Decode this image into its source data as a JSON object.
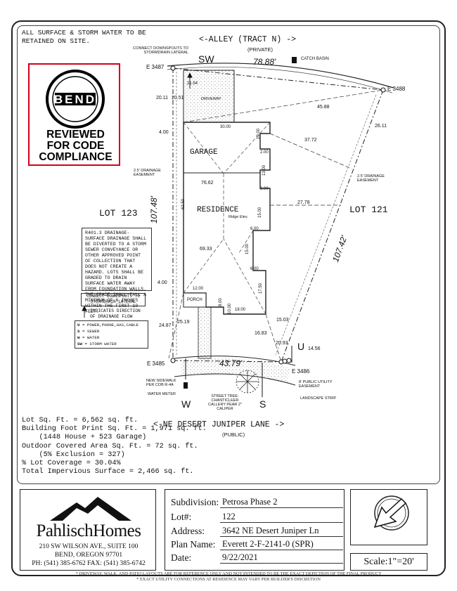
{
  "notes": {
    "retained": "ALL SURFACE & STORM WATER TO BE RETAINED ON SITE.",
    "drainage_code": "R401.3 DRAINAGE- SURFACE DRAINAGE SHALL BE DIVERTED TO A STORM SEWER CONVEYANCE OR OTHER APPROVED POINT OF COLLECTION THAT DOES NOT CREATE A HAZARD. LOTS SHALL BE GRADED TO DRAIN SURFACE WATER AWAY FROM FOUNDATION WALLS. THE GRADE SHALL FALL A MINIMUM OF 6 INCHES WITHIN THE FIRST 10 FEET.",
    "connect_downspouts": "CONNECT DOWNSPOUTS TO STORMDRAIN LATERAL",
    "drainage_arrow": "INDICATES DIRECTION OF DRAINAGE FLOW"
  },
  "stamp": {
    "logo_text": "BEND",
    "line1": "REVIEWED",
    "line2": "FOR CODE",
    "line3": "COMPLIANCE"
  },
  "legend": [
    {
      "key": "U",
      "desc": "= POWER,PHONE,GAS,CABLE"
    },
    {
      "key": "S",
      "desc": "= SEWER"
    },
    {
      "key": "W",
      "desc": "= WATER"
    },
    {
      "key": "SW",
      "desc": "= STORM WATER"
    }
  ],
  "plan": {
    "alley": "<-ALLEY (TRACT N) ->",
    "alley_sub": "(PRIVATE)",
    "street": "<-NE DESERT JUNIPER LANE ->",
    "street_sub": "(PUBLIC)",
    "lot_left": "LOT 123",
    "lot_right": "LOT 121",
    "garage": "GARAGE",
    "residence": "RESIDENCE",
    "ridge": "Ridge Elev.",
    "porch": "PORCH",
    "driveway": "DRIVEWAY",
    "catch_basin": "CATCH BASIN",
    "connect_lateral": "CONNECT DOWNSPOUTS TO STORMDRAIN LATERAL",
    "drainage_easement_left": "2.5' DRAINAGE EASEMENT",
    "drainage_easement_right": "2.5' DRAINAGE EASEMENT",
    "new_sidewalk": "NEW SIDEWALK PER COB R-4A",
    "water_meter": "WATER METER",
    "street_tree": "STREET TREE: CHANTICLEER CALLERY PEAR 2\" CALIPER",
    "utility_easement": "8' PUBLIC UTILITY EASEMENT",
    "landscape_strip": "LANDSCAPE STRIP",
    "marks": {
      "sw": "SW",
      "w": "W",
      "s": "S",
      "u": "U"
    },
    "elevations": {
      "e3487": "E 3487",
      "e3488": "E 3488",
      "e3485": "E 3485",
      "e3486": "E 3486"
    },
    "dims": {
      "alley_width": "78.88'",
      "street_width": "43.79'",
      "left_side": "107.48'",
      "right_side": "107.42'",
      "d4588": "45.88",
      "d2611": "26.11",
      "d3772": "37.72",
      "d2778": "27.78",
      "d7662": "76.62",
      "d6933": "69.33",
      "d6250": "62.50",
      "d3000": "30.00",
      "d2011": "20.11",
      "d2051": "20.51",
      "d2154": "21.54",
      "d400a": "4.00",
      "d400b": "4.00",
      "d1000a": "10.00",
      "d1000b": "10.00",
      "d200a": "2.00",
      "d200b": "2.00",
      "d1300": "13.00",
      "d1500a": "15.00",
      "d1500b": "15.00",
      "d600a": "6.00",
      "d600b": "6.00",
      "d1750": "17.50",
      "d1200": "12.00",
      "d1800": "18.00",
      "d800": "8.00",
      "d2487": "24.87",
      "d2519": "25.19",
      "d1683": "16.83",
      "d2093": "20.93",
      "d1503": "15.03",
      "d1456": "14.56"
    }
  },
  "stats": [
    "Lot Sq. Ft. = 6,562 sq. ft.",
    "Building Foot Print Sq. Ft. = 1,971 sq. ft.",
    "    (1448 House + 523 Garage)",
    "Outdoor Covered Area Sq. Ft. = 72 sq. ft.",
    "    (5% Exclusion = 327)",
    "% Lot Coverage = 30.04%",
    "Total Impervious Surface = 2,466 sq. ft."
  ],
  "company": {
    "name": "PahlischHomes",
    "address1": "210 SW WILSON AVE., SUITE 100",
    "address2": "BEND, OREGON 97701",
    "phone": "PH: (541) 385-6762 FAX: (541) 385-6742"
  },
  "info": {
    "subdivision_label": "Subdivision:",
    "subdivision": "Petrosa Phase 2",
    "lot_label": "Lot#:",
    "lot": "122",
    "address_label": "Address:",
    "address": "3642 NE Desert Juniper Ln",
    "plan_label": "Plan Name:",
    "plan": "Everett 2-F-2141-0 (SPR)",
    "date_label": "Date:",
    "date": "9/22/2021"
  },
  "scale": "Scale:1\"=20'",
  "disclaimer1": "* DRIVEWAY, WALK, AND PATIO LAYOUTS ARE FOR REFERENCE ONLY AND NOT INTENDED TO BE THE EXACT DEPICTION OF THE FINAL PRODUCT",
  "disclaimer2": "* EXACT UTILITY CONNECTIONS AT RESIDENCE MAY VARY PER BUILDER'S DISCRETION"
}
